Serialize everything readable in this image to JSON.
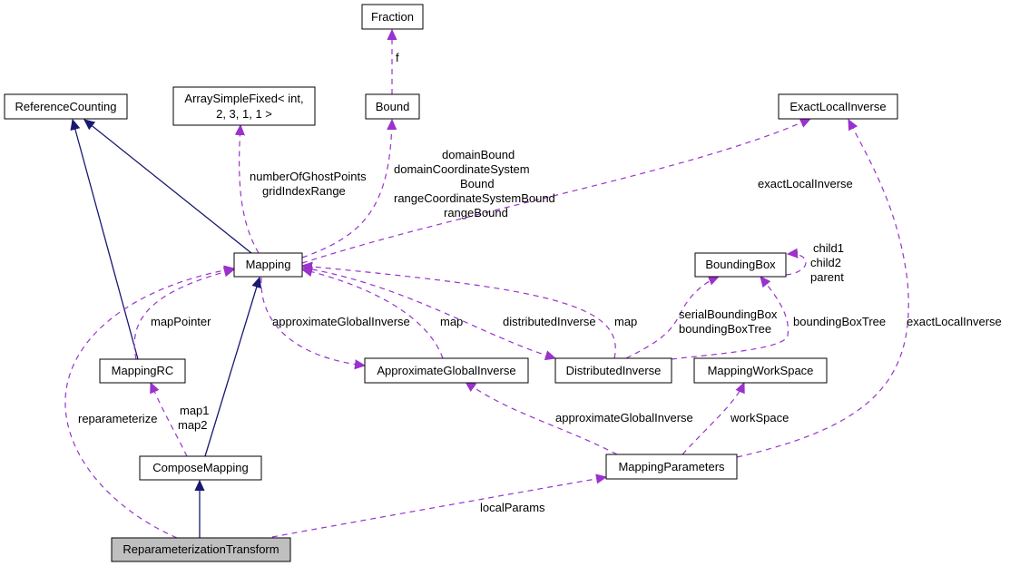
{
  "colors": {
    "inheritance_edge": "#191970",
    "usage_edge": "#9a32cd",
    "node_fill": "#ffffff",
    "highlight_node_fill": "#bfbfbf",
    "node_border": "#000000"
  },
  "nodes": {
    "fraction": {
      "label": "Fraction"
    },
    "reference_counting": {
      "label": "ReferenceCounting"
    },
    "array_simple_fixed": {
      "line1": "ArraySimpleFixed< int,",
      "line2": "2, 3, 1, 1 >"
    },
    "bound": {
      "label": "Bound"
    },
    "exact_local_inverse": {
      "label": "ExactLocalInverse"
    },
    "mapping": {
      "label": "Mapping"
    },
    "bounding_box": {
      "label": "BoundingBox"
    },
    "mapping_rc": {
      "label": "MappingRC"
    },
    "approximate_global_inverse": {
      "label": "ApproximateGlobalInverse"
    },
    "distributed_inverse": {
      "label": "DistributedInverse"
    },
    "mapping_work_space": {
      "label": "MappingWorkSpace"
    },
    "compose_mapping": {
      "label": "ComposeMapping"
    },
    "mapping_parameters": {
      "label": "MappingParameters"
    },
    "reparameterization_transform": {
      "label": "ReparameterizationTransform"
    }
  },
  "edge_labels": {
    "f": "f",
    "number_of_ghost_points": "numberOfGhostPoints",
    "grid_index_range": "gridIndexRange",
    "domain_bound": "domainBound",
    "domain_coordinate_system": "domainCoordinateSystem",
    "bound": "Bound",
    "range_coordinate_system_bound": "rangeCoordinateSystemBound",
    "range_bound": "rangeBound",
    "exact_local_inverse_top": "exactLocalInverse",
    "exact_local_inverse_right": "exactLocalInverse",
    "child1": "child1",
    "child2": "child2",
    "parent": "parent",
    "map_pointer": "mapPointer",
    "approximate_global_inverse_mapping": "approximateGlobalInverse",
    "map_agi": "map",
    "distributed_inverse": "distributedInverse",
    "map_di": "map",
    "serial_bounding_box": "serialBoundingBox",
    "bounding_box_tree_left": "boundingBoxTree",
    "bounding_box_tree_right": "boundingBoxTree",
    "map1": "map1",
    "map2": "map2",
    "reparameterize": "reparameterize",
    "approximate_global_inverse_params": "approximateGlobalInverse",
    "work_space": "workSpace",
    "local_params": "localParams"
  }
}
